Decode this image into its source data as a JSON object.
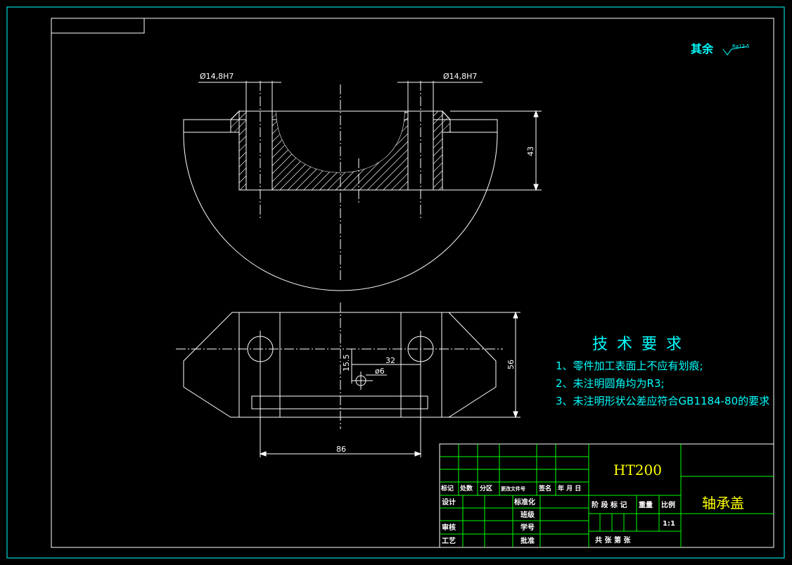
{
  "surface_note": {
    "label": "其余",
    "value": "Ra12.5"
  },
  "dimensions": {
    "bore_left": "Ø14,8H7",
    "bore_right": "Ø14,8H7",
    "height_top": "43",
    "height_bottom": "56",
    "offset_x": "32",
    "offset_y": "15.5",
    "hole_dia": "ø6",
    "width": "86"
  },
  "requirements": {
    "title": "技 术 要 求",
    "items": [
      "1、零件加工表面上不应有划痕;",
      "2、未注明圆角均为R3;",
      "3、未注明形状公差应符合GB1184-80的要求"
    ]
  },
  "title_block": {
    "material": "HT200",
    "part_name": "轴承盖",
    "scale": "1:1",
    "rev_headers": [
      "标记",
      "处数",
      "分区",
      "更改文件号",
      "签名",
      "年 月 日"
    ],
    "labels": {
      "design": "设计",
      "standardize": "标准化",
      "check": "审核",
      "process": "工艺",
      "audit": "班级",
      "student_no": "学号",
      "approve": "批准",
      "stage": "阶 段 标 记",
      "weight": "重量",
      "ratio": "比例",
      "sheets": "共    张   第    张"
    }
  },
  "colors": {
    "frame": "#ffffff",
    "title_grid": "#00ff00",
    "cyan_text": "#00ffff",
    "accent": "#ffff00"
  }
}
